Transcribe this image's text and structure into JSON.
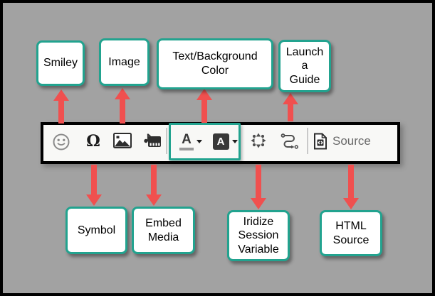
{
  "colors": {
    "background": "#a2a2a2",
    "frame": "#000000",
    "label_border": "#22a38f",
    "label_bg": "#ffffff",
    "arrow": "#f0504f",
    "toolbar_bg": "#f8f8f6",
    "highlight": "#22a38f",
    "icon_dark": "#2e2e2e",
    "icon_mid": "#4f4f4f",
    "icon_gray": "#8a8a8a",
    "source_text": "#696969"
  },
  "callouts": {
    "top": [
      {
        "id": "smiley",
        "label": "Smiley"
      },
      {
        "id": "image",
        "label": "Image"
      },
      {
        "id": "text-background-color",
        "label": "Text/Background\nColor"
      },
      {
        "id": "launch-a-guide",
        "label": "Launch\na\nGuide"
      }
    ],
    "bottom": [
      {
        "id": "symbol",
        "label": "Symbol"
      },
      {
        "id": "embed-media",
        "label": "Embed\nMedia"
      },
      {
        "id": "iridize-session-variable",
        "label": "Iridize\nSession\nVariable"
      },
      {
        "id": "html-source",
        "label": "HTML\nSource"
      }
    ]
  },
  "toolbar": {
    "buttons": [
      {
        "name": "smiley",
        "icon": "smiley-icon"
      },
      {
        "name": "special-character",
        "icon": "omega-icon",
        "glyph": "Ω"
      },
      {
        "name": "image",
        "icon": "image-icon"
      },
      {
        "name": "embed-media",
        "icon": "embed-media-icon"
      },
      {
        "name": "text-color",
        "icon": "text-color-icon",
        "glyph": "A"
      },
      {
        "name": "background-color",
        "icon": "background-color-icon",
        "glyph": "A"
      },
      {
        "name": "iridize-session-variable",
        "icon": "starburst-arrows-icon"
      },
      {
        "name": "launch-guide",
        "icon": "route-path-icon"
      },
      {
        "name": "source",
        "icon": "code-document-icon",
        "label": "Source"
      }
    ]
  }
}
